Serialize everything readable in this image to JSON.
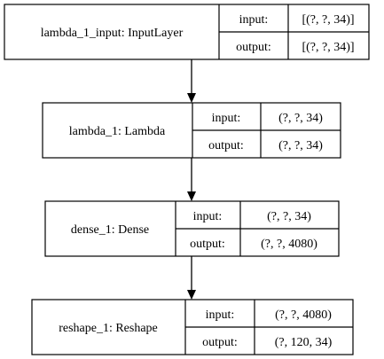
{
  "nodes": [
    {
      "name": "lambda_1_input: InputLayer",
      "input_label": "input:",
      "input_value": "[(?, ?, 34)]",
      "output_label": "output:",
      "output_value": "[(?, ?, 34)]"
    },
    {
      "name": "lambda_1: Lambda",
      "input_label": "input:",
      "input_value": "(?, ?, 34)",
      "output_label": "output:",
      "output_value": "(?, ?, 34)"
    },
    {
      "name": "dense_1: Dense",
      "input_label": "input:",
      "input_value": "(?, ?, 34)",
      "output_label": "output:",
      "output_value": "(?, ?, 4080)"
    },
    {
      "name": "reshape_1: Reshape",
      "input_label": "input:",
      "input_value": "(?, ?, 4080)",
      "output_label": "output:",
      "output_value": "(?, 120, 34)"
    }
  ]
}
